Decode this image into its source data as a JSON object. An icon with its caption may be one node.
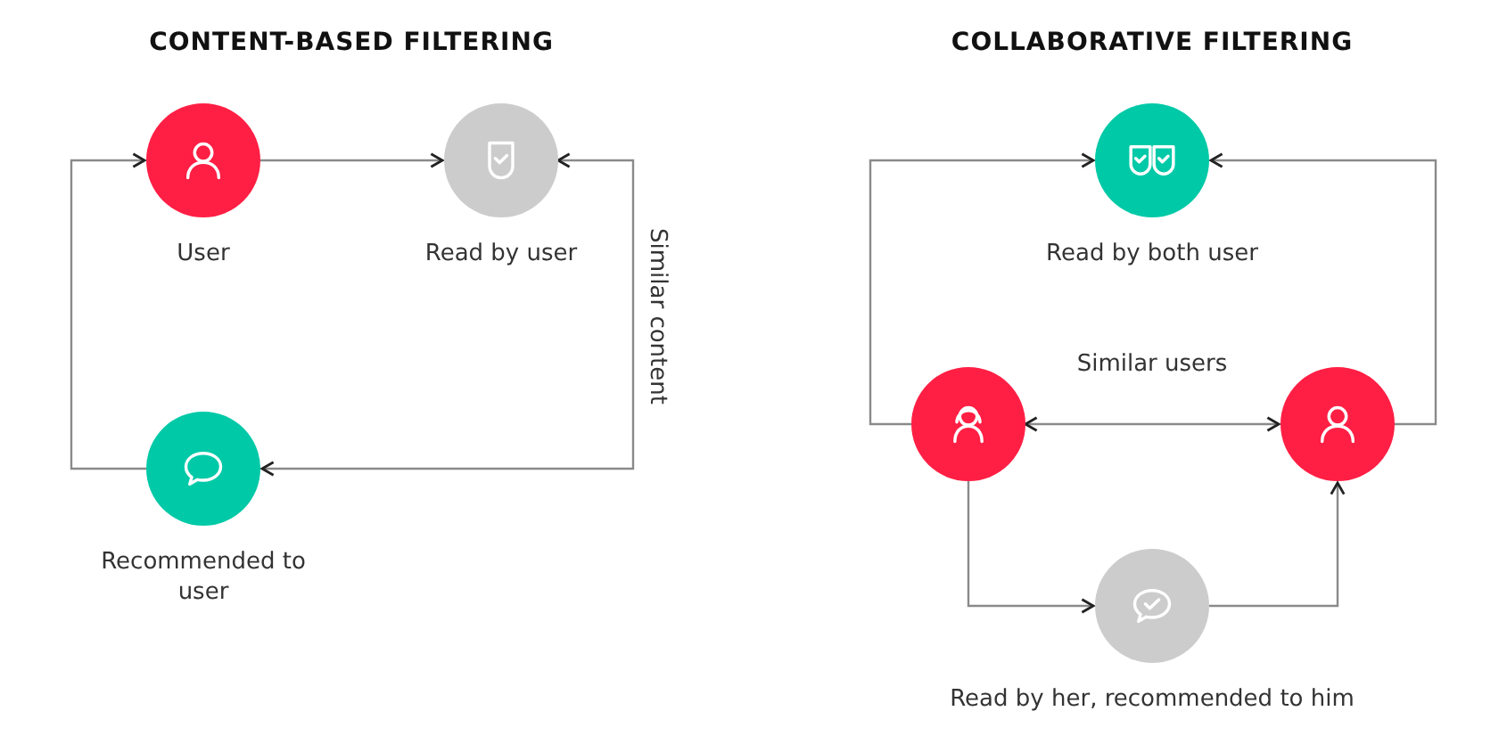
{
  "diagram": {
    "nodes": [
      {
        "text": [
          "User"
        ]
      },
      {
        "text": [
          "Read by user"
        ]
      },
      {
        "text": [
          "Recommended to user"
        ]
      },
      {
        "text": [
          "Read by both user"
        ]
      },
      {
        "text": [],
        "shape": "circle"
      },
      {
        "text": [],
        "shape": "circle"
      },
      {
        "text": [
          "Read by her, recommended to him"
        ]
      }
    ],
    "edges": [
      {
        "from": 0,
        "to": 1,
        "arrow": "to"
      },
      {
        "from": 2,
        "to": 0,
        "arrow": "to"
      },
      {
        "from": 1,
        "to": 2,
        "arrow": "both",
        "label": "Similar content"
      },
      {
        "from": 4,
        "to": 3,
        "arrow": "to"
      },
      {
        "from": 5,
        "to": 3,
        "arrow": "to"
      },
      {
        "from": 4,
        "to": 5,
        "arrow": "both",
        "label": "Similar users"
      },
      {
        "from": 4,
        "to": 6,
        "arrow": "to"
      },
      {
        "from": 6,
        "to": 5,
        "arrow": "to"
      }
    ],
    "labels": [
      "CONTENT-BASED FILTERING",
      "COLLABORATIVE FILTERING"
    ]
  }
}
